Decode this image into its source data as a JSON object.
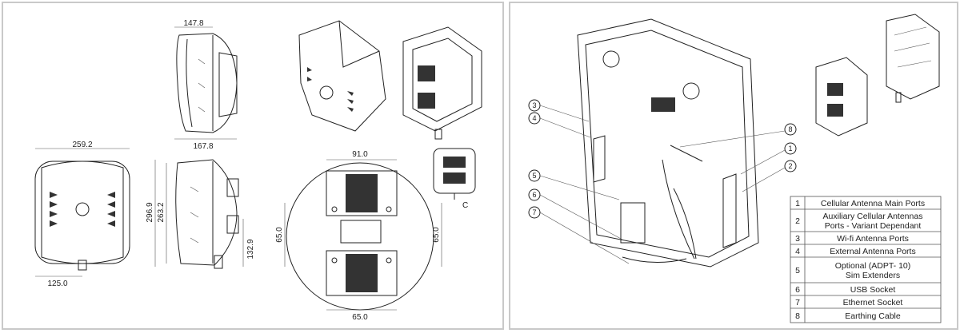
{
  "left": {
    "dims": {
      "top_width": "147.8",
      "mid_width": "167.8",
      "front_width": "259.2",
      "height_outer": "296.9",
      "height_inner": "263.2",
      "bottom_offset": "125.0",
      "connector_height": "132.9",
      "bracket_top": "91.0",
      "bracket_left": "65.0",
      "bracket_right": "65.0",
      "bracket_bottom": "65.0",
      "detail_label": "C"
    }
  },
  "right": {
    "callouts": [
      "3",
      "4",
      "5",
      "6",
      "7",
      "8",
      "1",
      "2"
    ],
    "legend": [
      {
        "num": "1",
        "text": "Cellular Antenna Main Ports"
      },
      {
        "num": "2",
        "text": "Auxiliary Cellular Antennas",
        "text2": "Ports - Variant Dependant"
      },
      {
        "num": "3",
        "text": "Wi-fi Antenna Ports"
      },
      {
        "num": "4",
        "text": "External Antenna Ports"
      },
      {
        "num": "5",
        "text": "Optional (ADPT- 10)",
        "text2": "Sim Extenders"
      },
      {
        "num": "6",
        "text": "USB Socket"
      },
      {
        "num": "7",
        "text": "Ethernet Socket"
      },
      {
        "num": "8",
        "text": "Earthing Cable"
      }
    ]
  }
}
